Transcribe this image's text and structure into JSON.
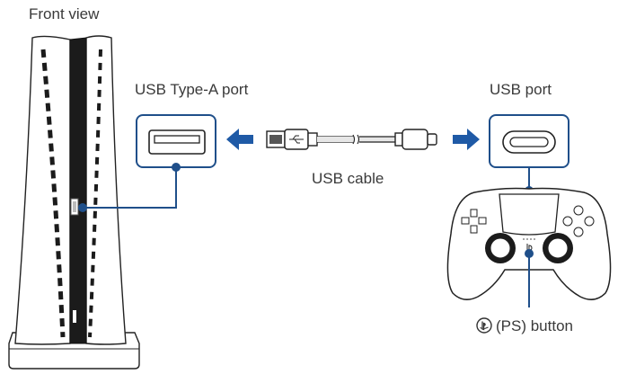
{
  "labels": {
    "front_view": "Front view",
    "usb_type_a_port": "USB Type-A port",
    "usb_cable": "USB cable",
    "usb_port": "USB port",
    "ps_button": "(PS) button"
  },
  "icons": {
    "ps_logo": "playstation-logo-icon",
    "usb_trident": "usb-trident-icon",
    "arrow_left": "arrow-left-icon",
    "arrow_right": "arrow-right-icon"
  },
  "colors": {
    "accent": "#1f4f8a",
    "arrow": "#1f5aa6",
    "line": "#2a2a2a",
    "callout_fill": "#ffffff",
    "gray": "#9a9a9a"
  }
}
